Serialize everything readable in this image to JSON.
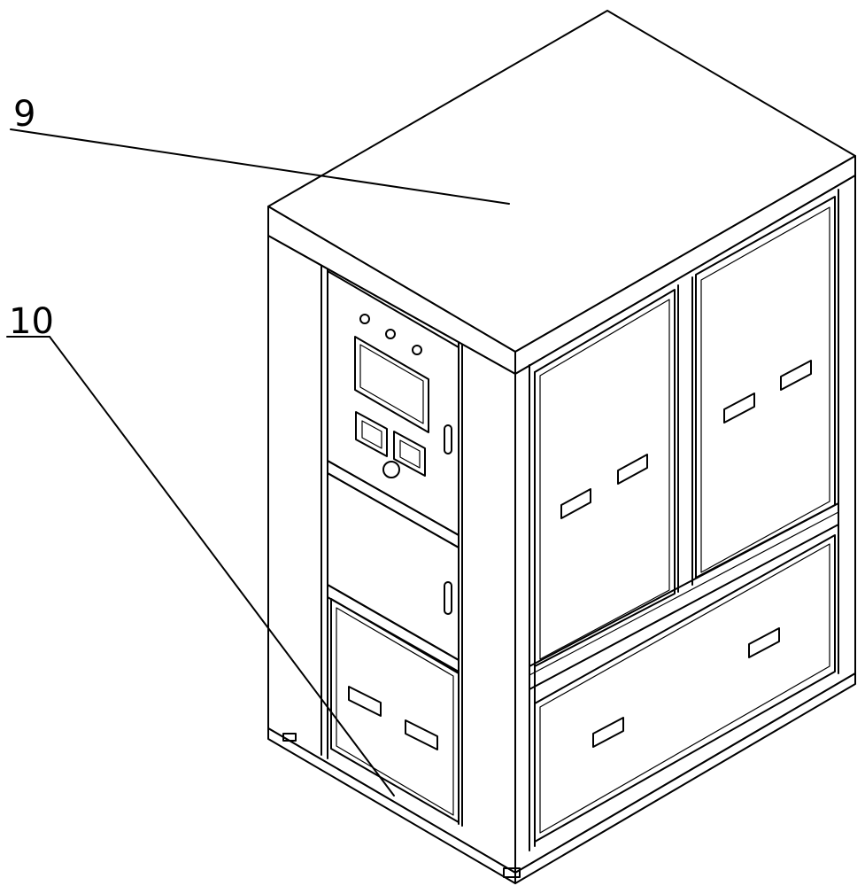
{
  "labels": [
    {
      "id": "9",
      "text": "9"
    },
    {
      "id": "10",
      "text": "10"
    }
  ],
  "colors": {
    "stroke": "#000000",
    "fill": "#ffffff",
    "shade": "#f2f2f2"
  }
}
